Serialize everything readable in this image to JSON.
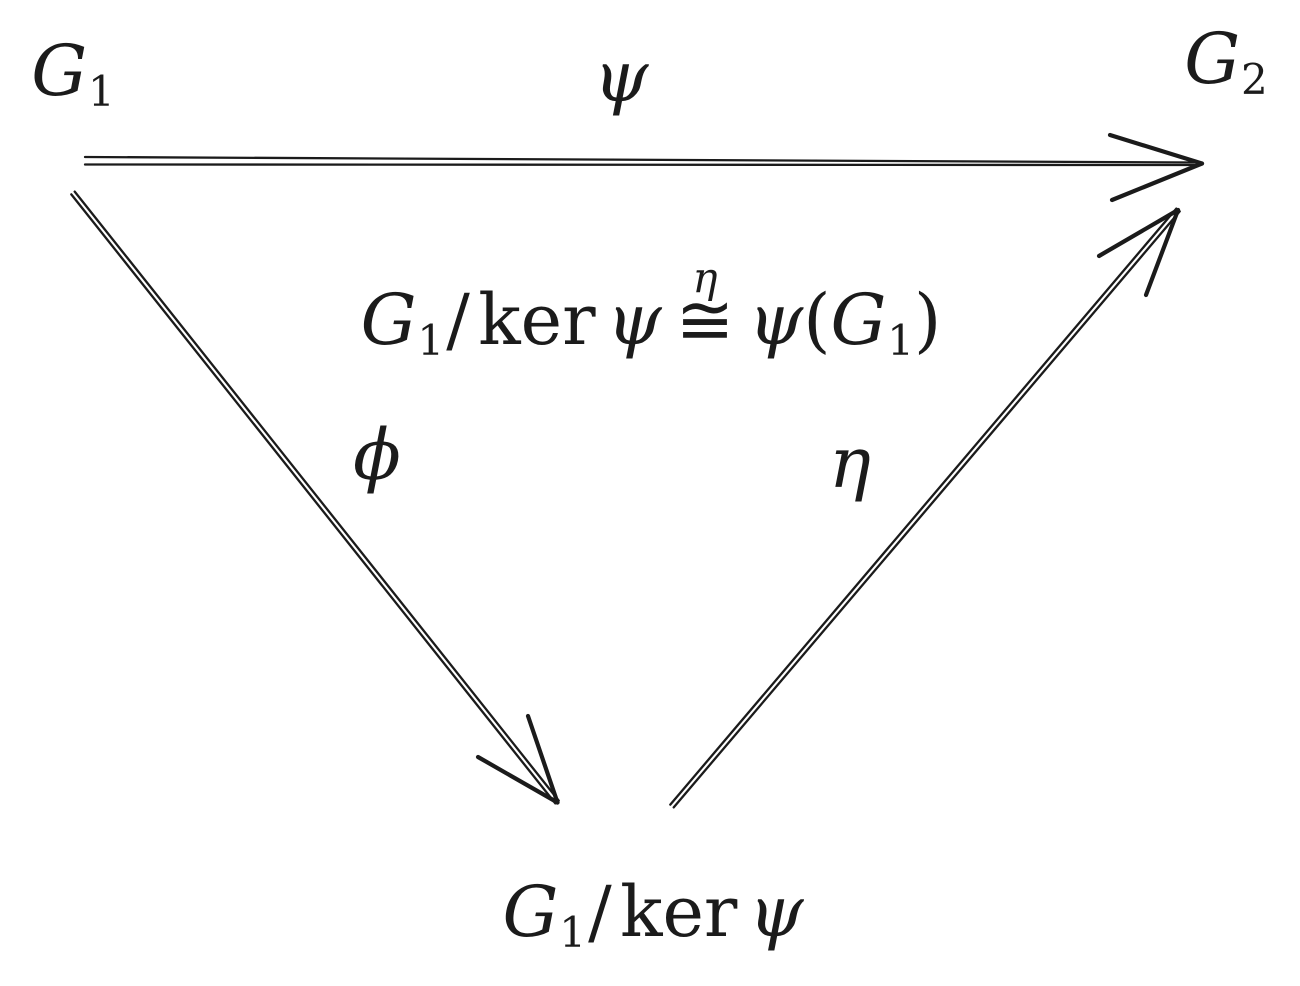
{
  "colors": {
    "background": "#ffffff",
    "ink": "#1b1b1b"
  },
  "nodes": {
    "g1": {
      "base": "G",
      "sub": "1"
    },
    "g2": {
      "base": "G",
      "sub": "2"
    },
    "quotient": {
      "G": "G",
      "G_sub": "1",
      "slash": "/",
      "ker": "ker",
      "psi": "ψ"
    }
  },
  "arrow_labels": {
    "psi": "ψ",
    "phi": "ϕ",
    "eta": "η"
  },
  "center_formula": {
    "G": "G",
    "G_sub": "1",
    "slash": "/",
    "ker": "ker",
    "psi": "ψ",
    "eta_over": "η",
    "cong": "≅",
    "psi_image": "ψ",
    "lparen": "(",
    "G_img": "G",
    "G_img_sub": "1",
    "rparen": ")"
  }
}
